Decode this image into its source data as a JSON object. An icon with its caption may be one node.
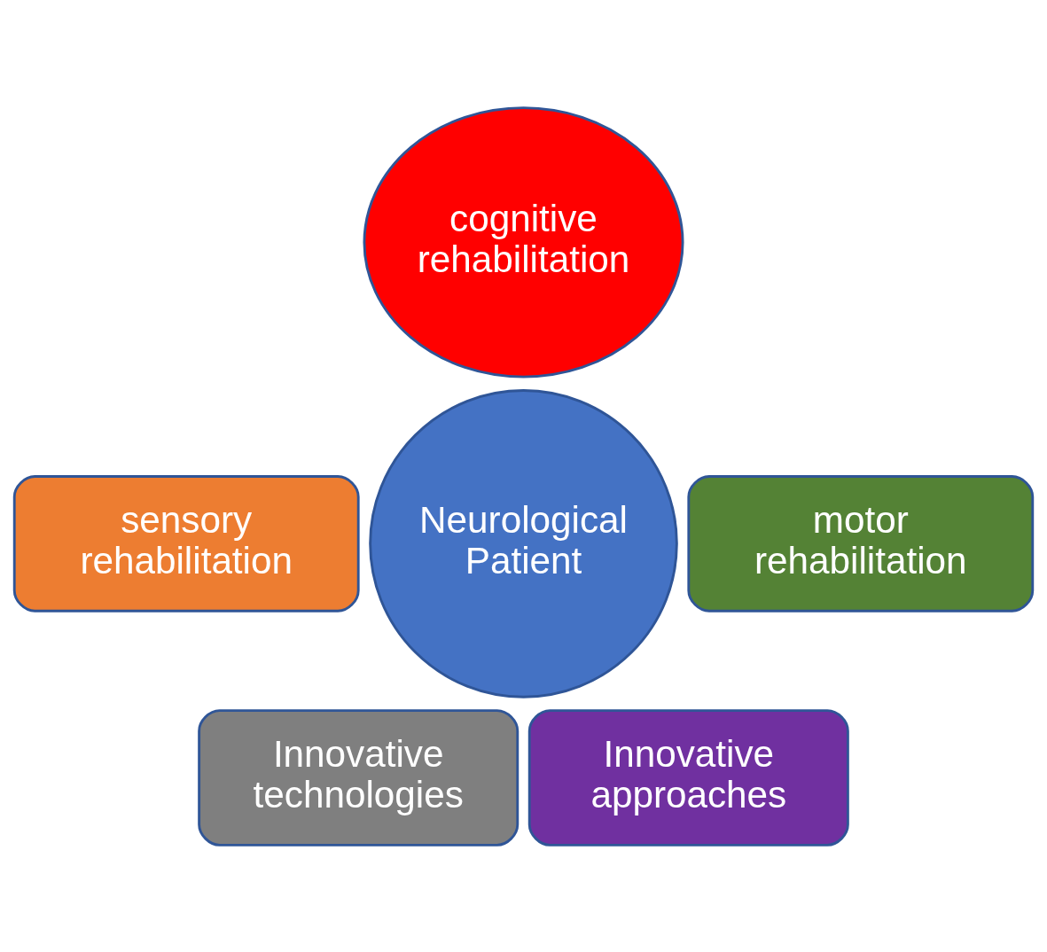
{
  "diagram": {
    "nodes": [
      {
        "text": [
          "cognitive rehabilitation"
        ]
      },
      {
        "text": [
          "sensory rehabilitation"
        ]
      },
      {
        "text": [
          "Neurological Patient"
        ]
      },
      {
        "text": [
          "motor rehabilitation"
        ]
      },
      {
        "text": [
          "Innovative technologies"
        ]
      },
      {
        "text": [
          "Innovative approaches"
        ]
      }
    ],
    "edges": []
  }
}
